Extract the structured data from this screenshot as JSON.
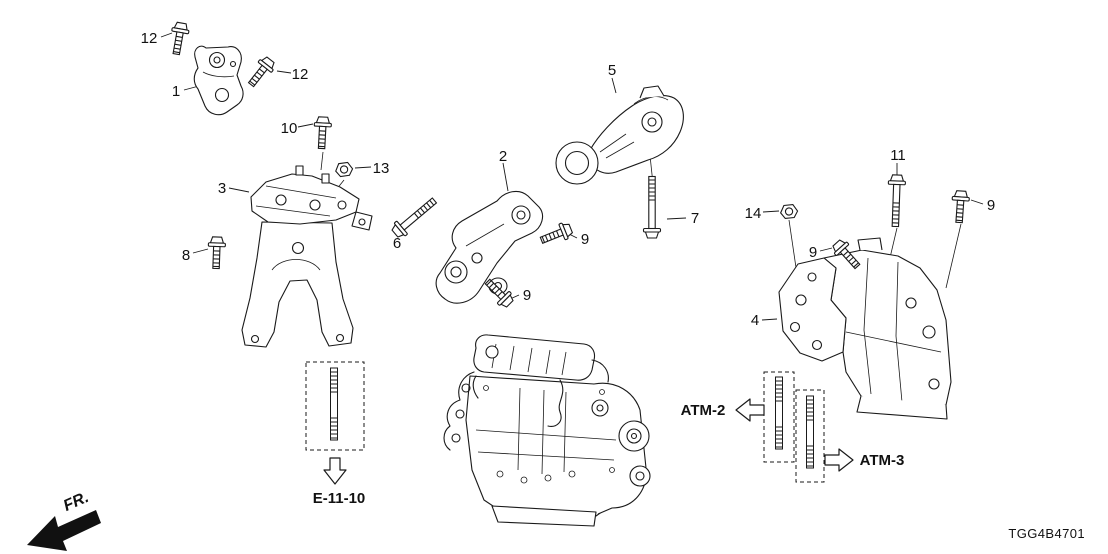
{
  "diagram": {
    "code": "TGG4B4701",
    "fr_label": "FR.",
    "e1110_label": "E-11-10",
    "atm2_label": "ATM-2",
    "atm3_label": "ATM-3",
    "callouts": {
      "bolt12_left": "12",
      "part1": "1",
      "bolt12_right": "12",
      "bolt10": "10",
      "nut13": "13",
      "part3": "3",
      "bolt8": "8",
      "bolt6": "6",
      "part2": "2",
      "bolt9_upper": "9",
      "bolt9_lower": "9",
      "part5": "5",
      "bolt7": "7",
      "bolt11": "11",
      "nut14": "14",
      "bolt9_left": "9",
      "bolt9_right": "9",
      "part4": "4"
    }
  }
}
